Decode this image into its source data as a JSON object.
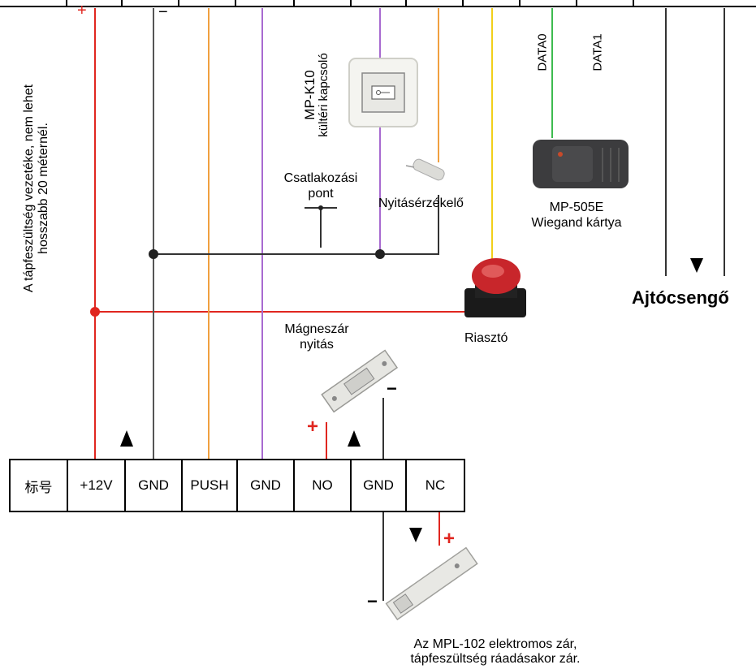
{
  "colors": {
    "power": "#e0261f",
    "ground": "#555555",
    "push": "#f0a040",
    "gnd2": "#a86ad0",
    "alarm": "#f1cf1a",
    "data0": "#3dbb4f",
    "wire_dark": "#333333"
  },
  "labels": {
    "vertical_note_line1": "A tápfeszültség vezetéke, nem lehet",
    "vertical_note_line2": "hosszabb 20 méternél.",
    "switch_model": "MP-K10",
    "switch_desc": "kültéri kapcsoló",
    "junction_line1": "Csatlakozási",
    "junction_line2": "pont",
    "door_sensor": "Nyitásérzékelő",
    "data0": "DATA0",
    "data1": "DATA1",
    "reader_model": "MP-505E",
    "reader_desc": "Wiegand kártya",
    "doorbell": "Ajtócsengő",
    "alarm": "Riasztó",
    "maglock_line1": "Mágneszár",
    "maglock_line2": "nyitás",
    "lock_line1": "Az MPL-102 elektromos zár,",
    "lock_line2": "tápfeszültség ráadásakor zár.",
    "plus_sign": "+",
    "minus_sign": "−"
  },
  "terminals": [
    "标号",
    "+12V",
    "GND",
    "PUSH",
    "GND",
    "NO",
    "GND",
    "NC"
  ],
  "icons": [
    "key-switch-icon",
    "door-sensor-icon",
    "card-reader-icon",
    "siren-icon",
    "strike-lock-icon",
    "bolt-lock-icon"
  ]
}
